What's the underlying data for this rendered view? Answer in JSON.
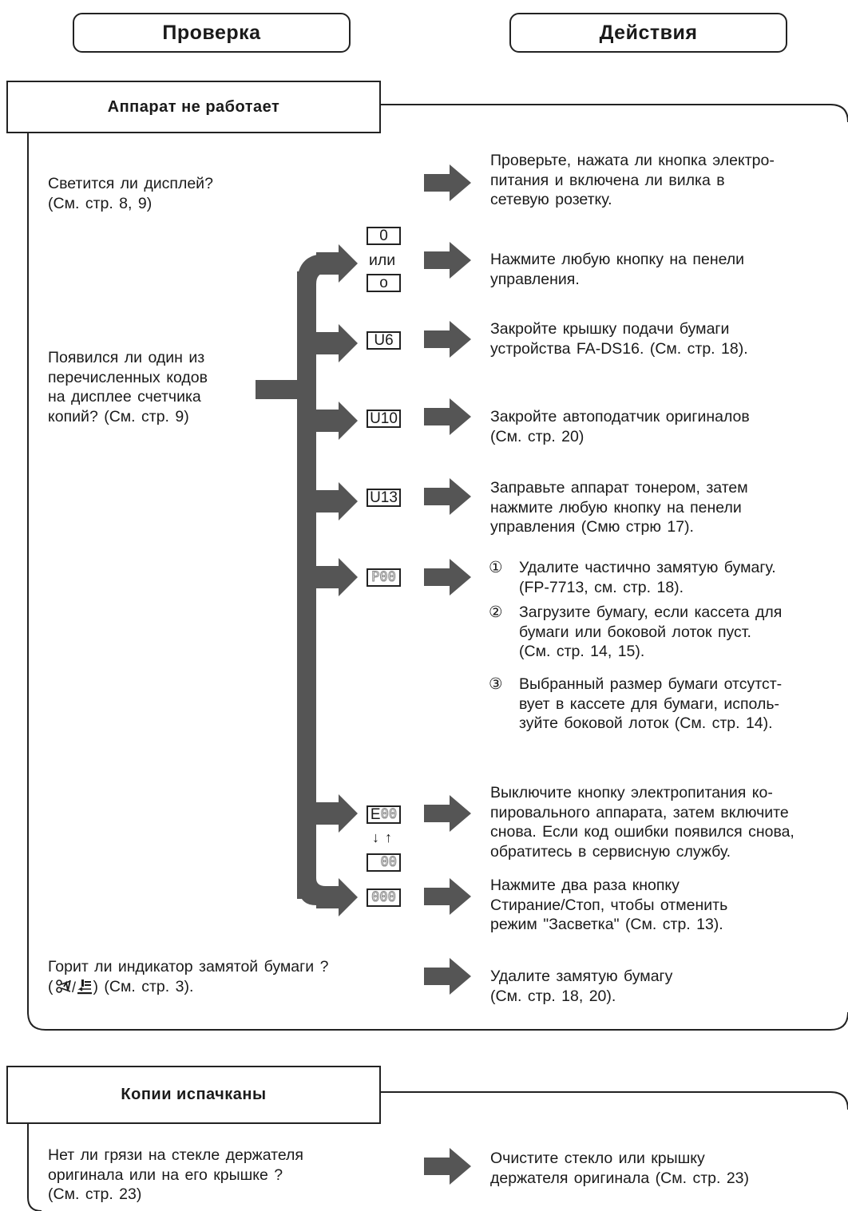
{
  "headers": {
    "check": "Проверка",
    "actions": "Действия"
  },
  "sections": [
    {
      "title": "Аппарат не работает",
      "rows": [
        {
          "question": [
            "Светится ли дисплей?",
            "(См. стр. 8, 9)"
          ],
          "action": [
            "Проверьте, нажата ли кнопка электро-",
            "питания и включена ли вилка в",
            "сетевую розетку."
          ]
        },
        {
          "question": [
            "Появился ли один из",
            "перечисленных кодов",
            "на дисплее счетчика",
            "копий? (См. стр. 9)"
          ],
          "branches": [
            {
              "code_top": "0",
              "code_sep": "или",
              "code_bottom": "o",
              "action": [
                "Нажмите любую кнопку на пенели",
                "управления."
              ]
            },
            {
              "code": "U6",
              "action": [
                "Закройте крышку подачи бумаги",
                "устройства FA-DS16. (См. стр. 18)."
              ]
            },
            {
              "code": "U10",
              "action": [
                "Закройте автоподатчик оригиналов",
                "(См. стр. 20)"
              ]
            },
            {
              "code": "U13",
              "action": [
                "Заправьте аппарат тонером, затем",
                "нажмите любую кнопку на пенели",
                "управления (Смю стрю 17)."
              ]
            },
            {
              "code": "P00",
              "items": [
                {
                  "num": "①",
                  "lines": [
                    "Удалите частично замятую бумагу.",
                    "(FP-7713, см. стр. 18)."
                  ]
                },
                {
                  "num": "②",
                  "lines": [
                    "Загрузите бумагу, если кассета для",
                    "бумаги или боковой лоток пуст.",
                    "(См. стр. 14, 15)."
                  ]
                },
                {
                  "num": "③",
                  "lines": [
                    "Выбранный размер бумаги отсутст-",
                    "вует в кассете для бумаги, исполь-",
                    "зуйте боковой лоток (См. стр. 14)."
                  ]
                }
              ]
            },
            {
              "code_top_prefix": "E",
              "code_top_digits": "00",
              "code_sep": "↓ ↑",
              "code_bottom": "00",
              "action": [
                "Выключите кнопку электропитания ко-",
                "пировального аппарата, затем включите",
                "снова. Если код ошибки появился снова,",
                "обратитесь в сервисную службу."
              ]
            },
            {
              "code": "000",
              "action": [
                "Нажмите два раза кнопку",
                "Стирание/Стоп, чтобы отменить",
                "режим \"Засветка\" (См. стр. 13)."
              ]
            }
          ]
        },
        {
          "question": [
            "Горит ли индикатор замятой бумаги ?",
            "(См. стр. 3)."
          ],
          "action": [
            "Удалите замятую бумагу",
            "(См. стр. 18, 20)."
          ]
        }
      ]
    },
    {
      "title": "Копии испачканы",
      "rows": [
        {
          "question": [
            "Нет ли грязи на стекле держателя",
            "оригинала или на его крышке ?",
            "(См. стр. 23)"
          ],
          "action": [
            "Очистите стекло или крышку",
            "держателя оригинала (См. стр. 23)"
          ]
        }
      ]
    }
  ]
}
